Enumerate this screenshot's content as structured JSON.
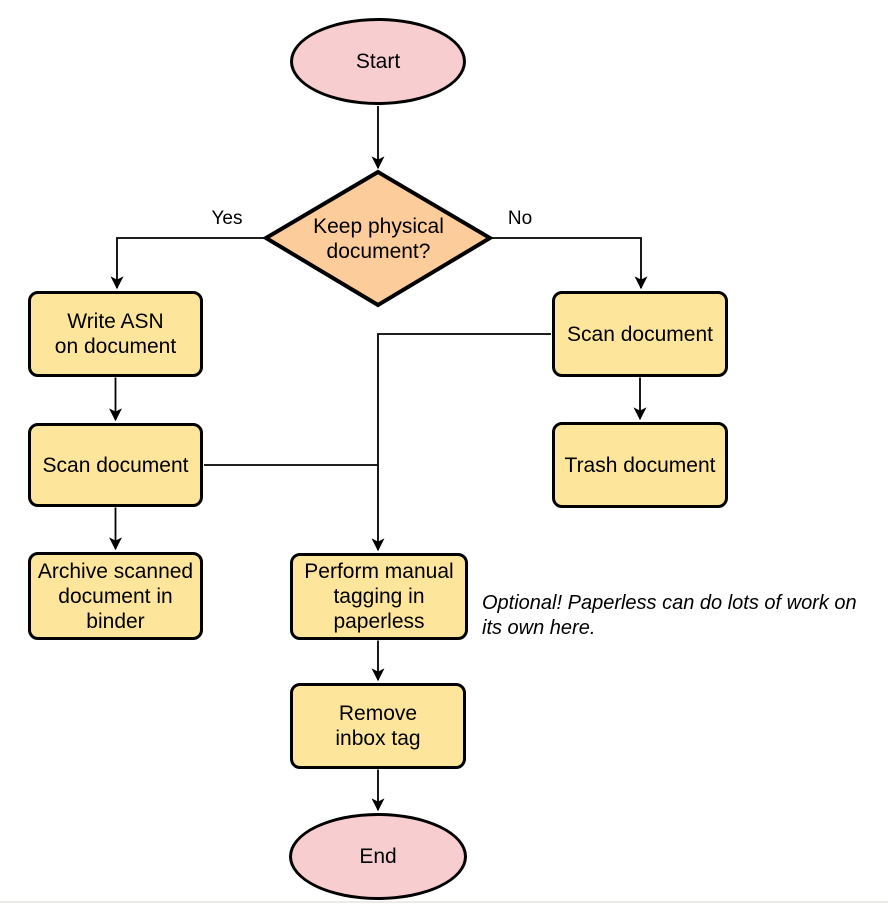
{
  "diagram": {
    "nodes": {
      "start": {
        "label": "Start",
        "type": "terminal"
      },
      "decision": {
        "label": "Keep physical\ndocument?",
        "type": "decision"
      },
      "write_asn": {
        "label": "Write ASN\non document",
        "type": "process"
      },
      "scan_left": {
        "label": "Scan document",
        "type": "process"
      },
      "archive": {
        "label": "Archive scanned\ndocument in\nbinder",
        "type": "process"
      },
      "scan_right": {
        "label": "Scan document",
        "type": "process"
      },
      "trash": {
        "label": "Trash document",
        "type": "process"
      },
      "tagging": {
        "label": "Perform manual\ntagging in\npaperless",
        "type": "process"
      },
      "remove_inbox": {
        "label": "Remove\ninbox tag",
        "type": "process"
      },
      "end": {
        "label": "End",
        "type": "terminal"
      }
    },
    "edge_labels": {
      "yes": "Yes",
      "no": "No"
    },
    "note": "Optional! Paperless can do lots of work on\nits own here.",
    "colors": {
      "terminal_fill": "#f8cdd0",
      "decision_fill": "#fdcc9b",
      "process_fill": "#fee59c",
      "line": "#000000"
    }
  }
}
